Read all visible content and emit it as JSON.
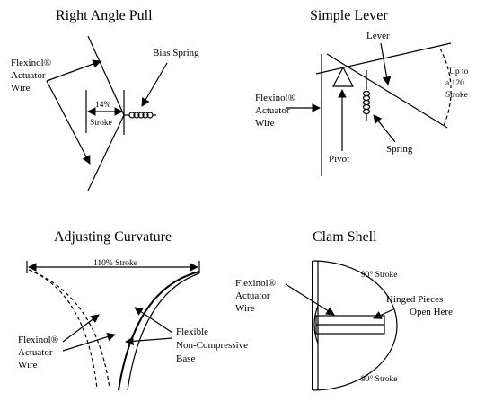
{
  "panels": {
    "right_angle_pull": {
      "title": "Right Angle Pull",
      "wire_label": [
        "Flexinol®",
        "Actuator",
        "Wire"
      ],
      "bias_spring": "Bias Spring",
      "stroke_pct": "14%",
      "stroke_word": "Stroke"
    },
    "simple_lever": {
      "title": "Simple Lever",
      "lever": "Lever",
      "wire_label": [
        "Flexinol®",
        "Actuator",
        "Wire"
      ],
      "pivot": "Pivot",
      "spring": "Spring",
      "stroke_label": [
        "Up to",
        "a 120",
        "Stroke"
      ]
    },
    "adjusting_curvature": {
      "title": "Adjusting Curvature",
      "stroke": "110% Stroke",
      "wire_label": [
        "Flexinol®",
        "Actuator",
        "Wire"
      ],
      "base_label": [
        "Flexible",
        "Non-Compressive",
        "Base"
      ]
    },
    "clam_shell": {
      "title": "Clam Shell",
      "wire_label": [
        "Flexinol®",
        "Actuator",
        "Wire"
      ],
      "stroke_top": "90° Stroke",
      "hinged": [
        "Hinged Pieces",
        "Open Here"
      ],
      "stroke_bottom": "90° Stroke"
    }
  }
}
